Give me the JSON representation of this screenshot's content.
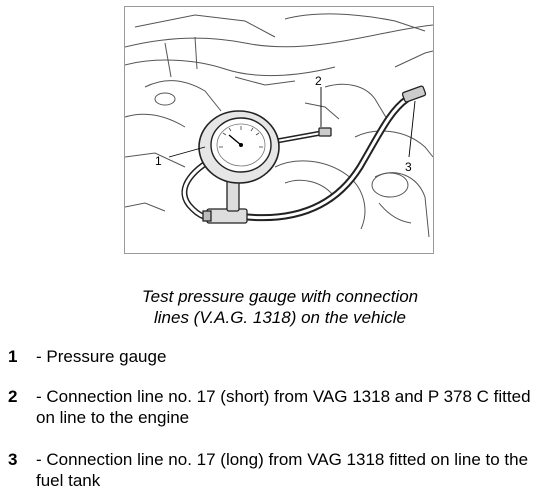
{
  "figure": {
    "callouts": [
      "1",
      "2",
      "3"
    ]
  },
  "caption": {
    "line1": "Test pressure gauge with connection",
    "line2": "lines (V.A.G. 1318) on the vehicle"
  },
  "legend": [
    {
      "number": "1",
      "text": "- Pressure gauge"
    },
    {
      "number": "2",
      "text": "- Connection line no. 17 (short) from VAG 1318 and P 378 C fitted on line to the engine"
    },
    {
      "number": "3",
      "text": "- Connection line no. 17 (long) from VAG 1318 fitted on line to the fuel tank"
    }
  ]
}
